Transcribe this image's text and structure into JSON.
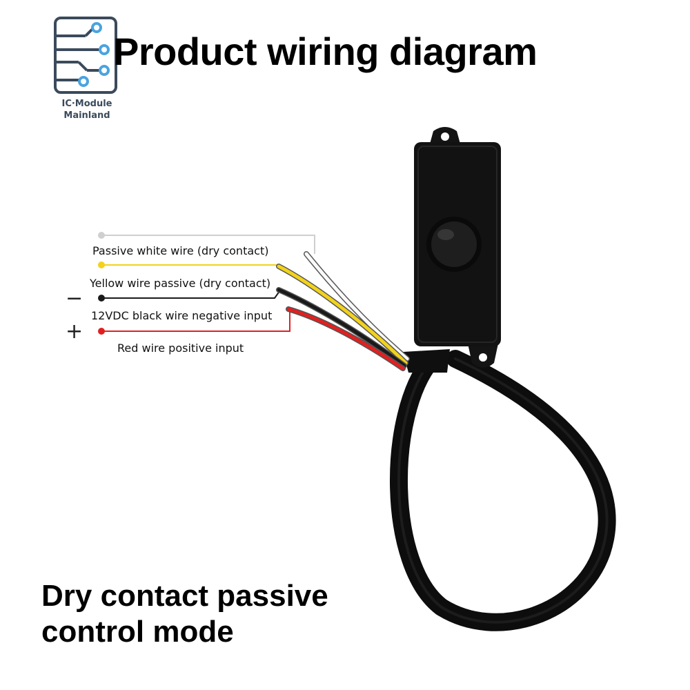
{
  "logo": {
    "line1": "IC·Module",
    "line2": "Mainland"
  },
  "title": "Product wiring diagram",
  "signs": {
    "negative": "−",
    "positive": "+"
  },
  "wires": [
    {
      "label": "Passive white wire (dry contact)",
      "color": "#cfcfcf"
    },
    {
      "label": "Yellow wire passive (dry contact)",
      "color": "#f2d21b"
    },
    {
      "label": "12VDC black wire negative input",
      "color": "#1a1a1a"
    },
    {
      "label": "Red wire positive input",
      "color": "#e02020"
    }
  ],
  "mode": {
    "line1": "Dry contact passive",
    "line2": "control mode"
  },
  "colors": {
    "logo": "#3b4a5c",
    "accent": "#4aa3df",
    "device": "#121212"
  }
}
